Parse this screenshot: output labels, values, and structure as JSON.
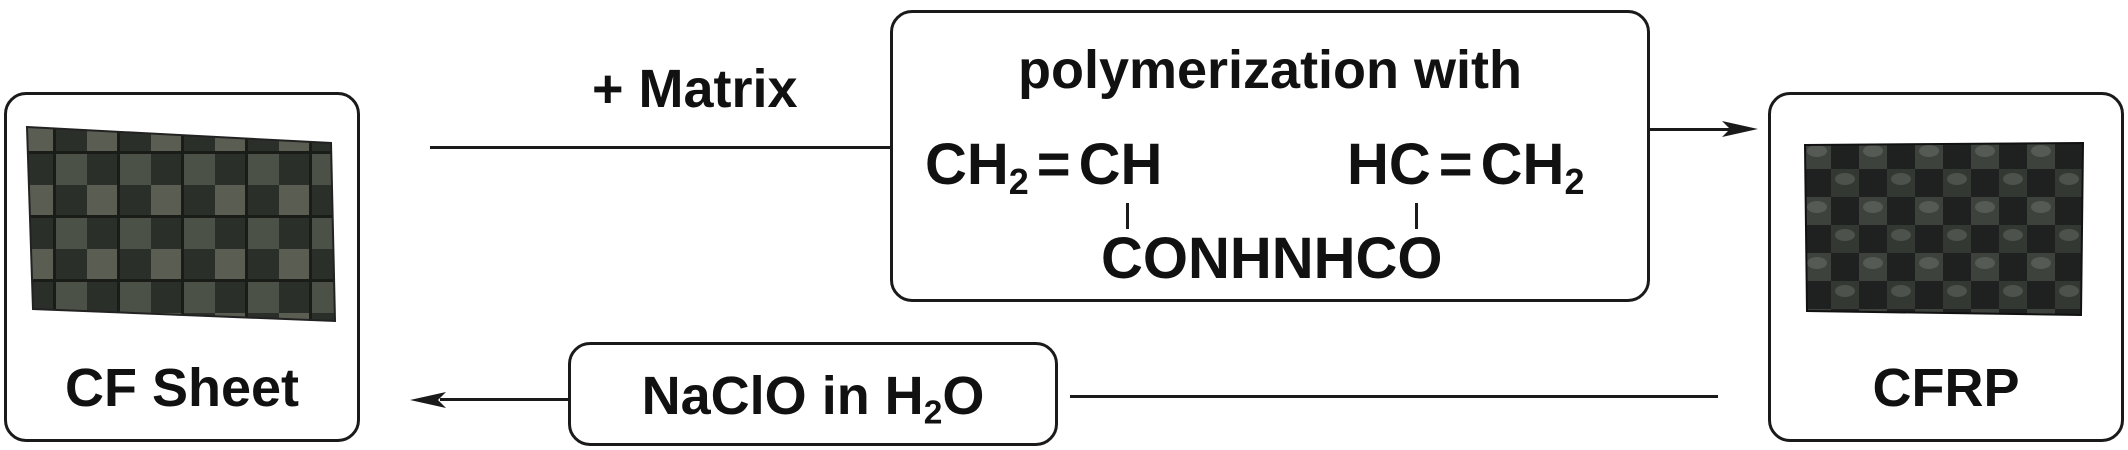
{
  "left_panel": {
    "caption": "CF Sheet",
    "photo_icon": "cf-sheet-photo"
  },
  "right_panel": {
    "caption": "CFRP",
    "photo_icon": "cfrp-photo"
  },
  "top_step": {
    "reagent": "+ Matrix",
    "title": "polymerization with",
    "formula": {
      "left_group_main": "CH",
      "left_group_sub": "2",
      "left_eq": "=",
      "left_ch": "CH",
      "right_hc": "HC",
      "right_eq": "=",
      "right_group_main": "CH",
      "right_group_sub": "2",
      "bridge": "CONHNHCO"
    }
  },
  "bottom_step": {
    "reagent_main": "NaClO in H",
    "reagent_sub": "2",
    "reagent_end": "O"
  },
  "colors": {
    "stroke": "#1a1a1a",
    "text": "#111111"
  }
}
